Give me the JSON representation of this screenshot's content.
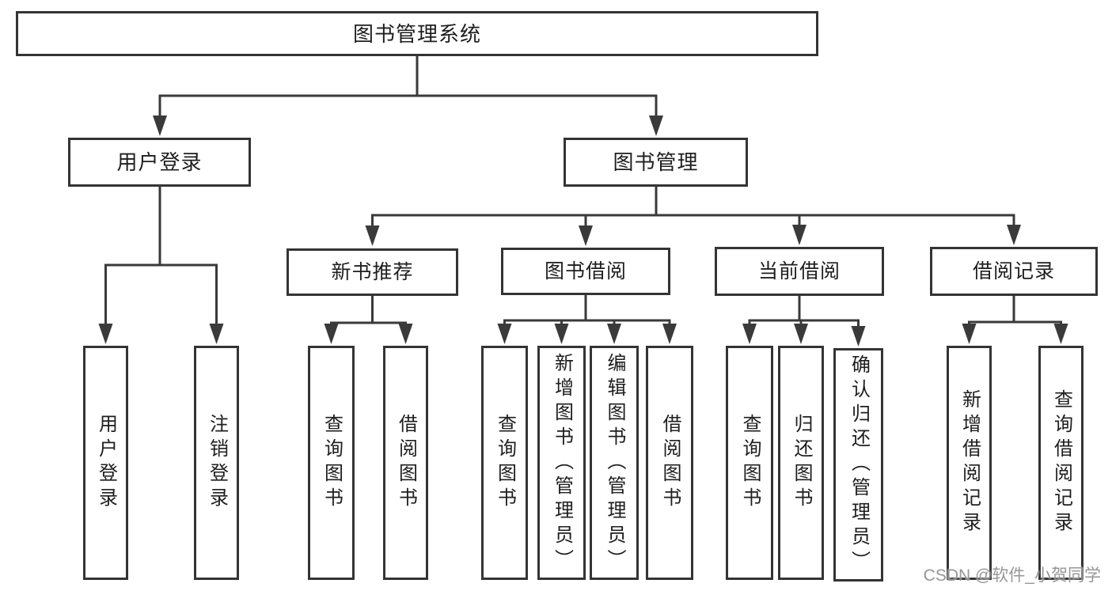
{
  "diagram": {
    "root": {
      "label": "图书管理系统"
    },
    "branches": [
      {
        "label": "用户登录",
        "leaves": [
          {
            "label": "用户登录"
          },
          {
            "label": "注销登录"
          }
        ]
      },
      {
        "label": "图书管理",
        "children": [
          {
            "label": "新书推荐",
            "leaves": [
              {
                "label": "查询图书"
              },
              {
                "label": "借阅图书"
              }
            ]
          },
          {
            "label": "图书借阅",
            "leaves": [
              {
                "label": "查询图书"
              },
              {
                "label": "新增图书（管理员）"
              },
              {
                "label": "编辑图书（管理员）"
              },
              {
                "label": "借阅图书"
              }
            ]
          },
          {
            "label": "当前借阅",
            "leaves": [
              {
                "label": "查询图书"
              },
              {
                "label": "归还图书"
              },
              {
                "label": "确认归还（管理员）"
              }
            ]
          },
          {
            "label": "借阅记录",
            "leaves": [
              {
                "label": "新增借阅记录"
              },
              {
                "label": "查询借阅记录"
              }
            ]
          }
        ]
      }
    ]
  },
  "watermark": {
    "text": "CSDN @软件_小贺同学"
  },
  "palette": {
    "line": "#3a3a3a",
    "box_border": "#343434",
    "text": "#1e1e1e",
    "watermark": "#888888",
    "background": "#ffffff"
  }
}
